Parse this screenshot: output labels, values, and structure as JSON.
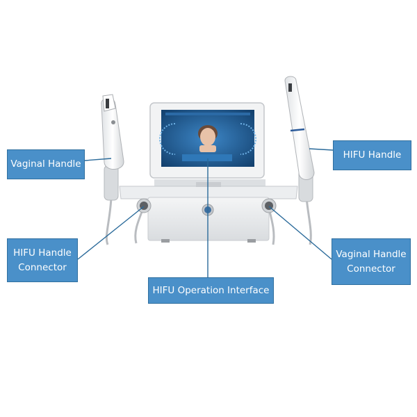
{
  "labels": {
    "vaginal_handle": "Vaginal Handle",
    "hifu_handle": "HIFU Handle",
    "hifu_handle_connector": [
      "HIFU Handle",
      "Connector"
    ],
    "vaginal_handle_connector": [
      "Vaginal Handle",
      "Connector"
    ],
    "hifu_operation_interface": "HIFU Operation Interface"
  },
  "colors": {
    "label_fill": "#4a90c9",
    "leader_line": "#2a6a9a",
    "device_body": "#e6e8ea",
    "screen": "#1e5f9a"
  }
}
